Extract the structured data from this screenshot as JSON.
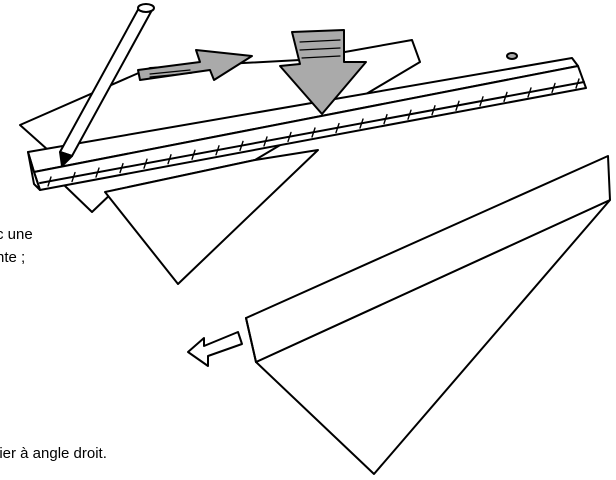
{
  "captions": {
    "line1": "c une",
    "line2": "nte ;",
    "line3": "lier à angle droit."
  },
  "colors": {
    "ink": "#000000",
    "paper": "#ffffff",
    "shade": "#aaaaaa"
  },
  "icons": {
    "pencil": "pencil-icon",
    "ruler": "ruler-icon",
    "slide_arrow": "slide-arrow-icon",
    "press_arrow": "press-down-arrow-icon",
    "fold_arrow": "fold-arrow-icon"
  }
}
